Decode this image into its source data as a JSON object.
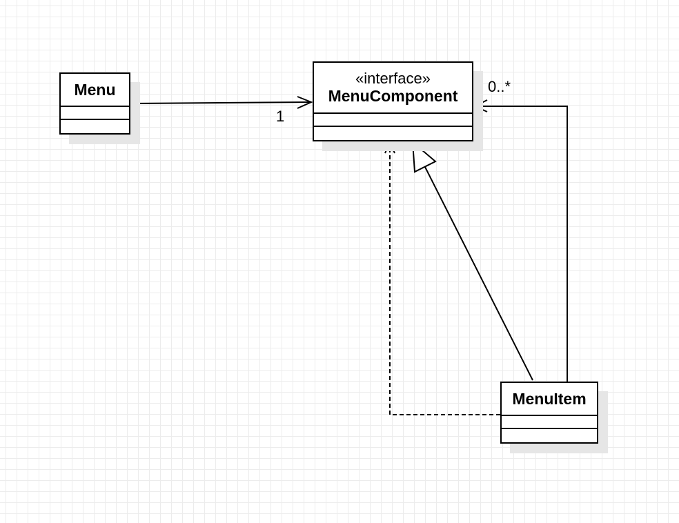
{
  "diagram": {
    "classes": {
      "menu": {
        "name": "Menu"
      },
      "menu_component": {
        "stereotype": "«interface»",
        "name": "MenuComponent"
      },
      "menu_item": {
        "name": "MenuItem"
      }
    },
    "relations": {
      "menu_to_component": {
        "kind": "association",
        "target_multiplicity": "1"
      },
      "item_to_component_aggregation": {
        "kind": "association",
        "target_multiplicity": "0..*"
      },
      "item_generalization": {
        "kind": "generalization"
      },
      "item_realization": {
        "kind": "realization"
      }
    }
  }
}
